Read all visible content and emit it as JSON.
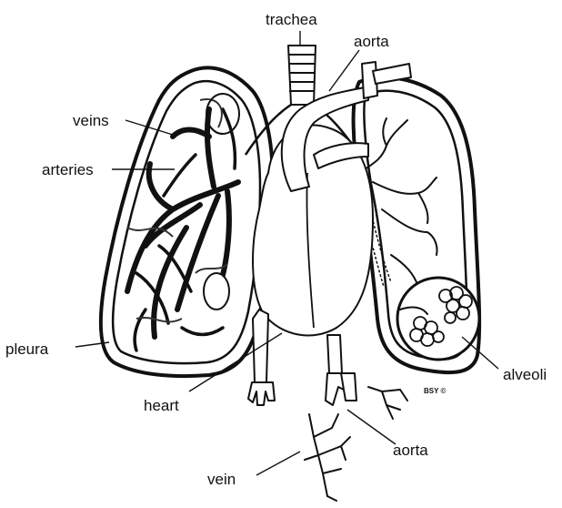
{
  "labels": {
    "trachea": "trachea",
    "aorta_top": "aorta",
    "veins": "veins",
    "arteries": "arteries",
    "pleura": "pleura",
    "heart": "heart",
    "alveoli": "alveoli",
    "aorta_bottom": "aorta",
    "vein": "vein"
  },
  "signature": "BSY ©"
}
